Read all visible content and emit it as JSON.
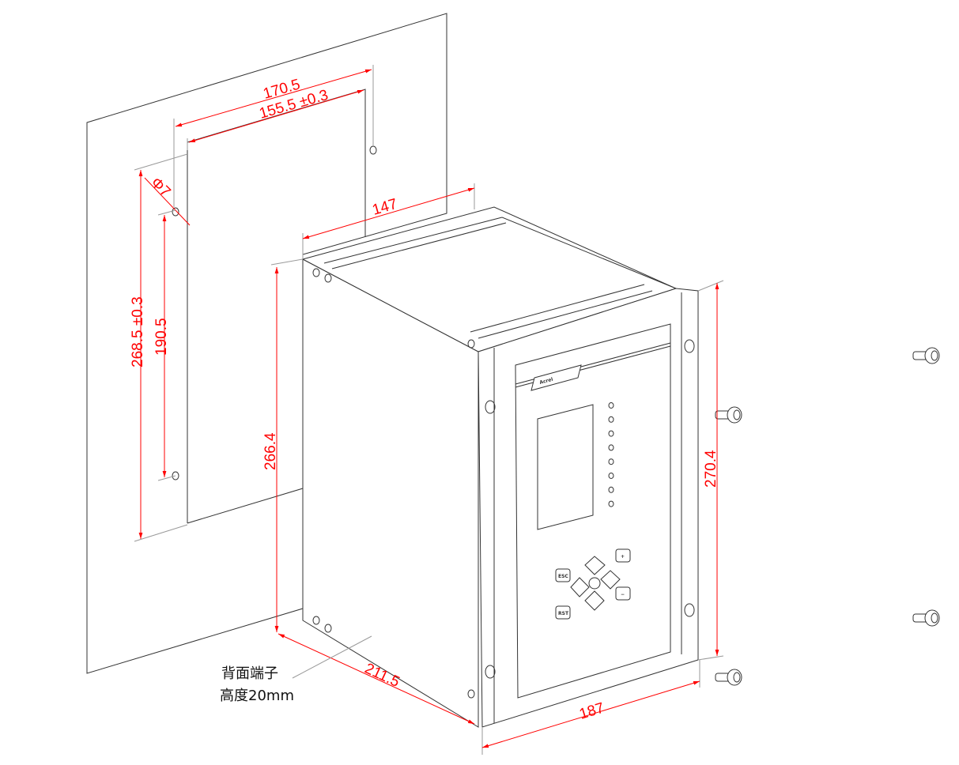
{
  "dimensions": {
    "panel_outer_width": "170.5",
    "cutout_width": "155.5 ±0.3",
    "hole_diameter": "Φ7",
    "cutout_height": "268.5 ±0.3",
    "hole_spacing": "190.5",
    "case_width": "147",
    "case_height": "266.4",
    "case_depth": "211.5",
    "front_width": "187",
    "front_height": "270.4"
  },
  "note": {
    "line1": "背面端子",
    "line2": "高度20mm"
  },
  "device": {
    "brand": "Acrel",
    "buttons": {
      "esc": "ESC",
      "rst": "RST",
      "plus": "+",
      "minus": "−"
    },
    "led_count": 8
  },
  "colors": {
    "dimension": "#ff0000",
    "line": "#333333"
  }
}
